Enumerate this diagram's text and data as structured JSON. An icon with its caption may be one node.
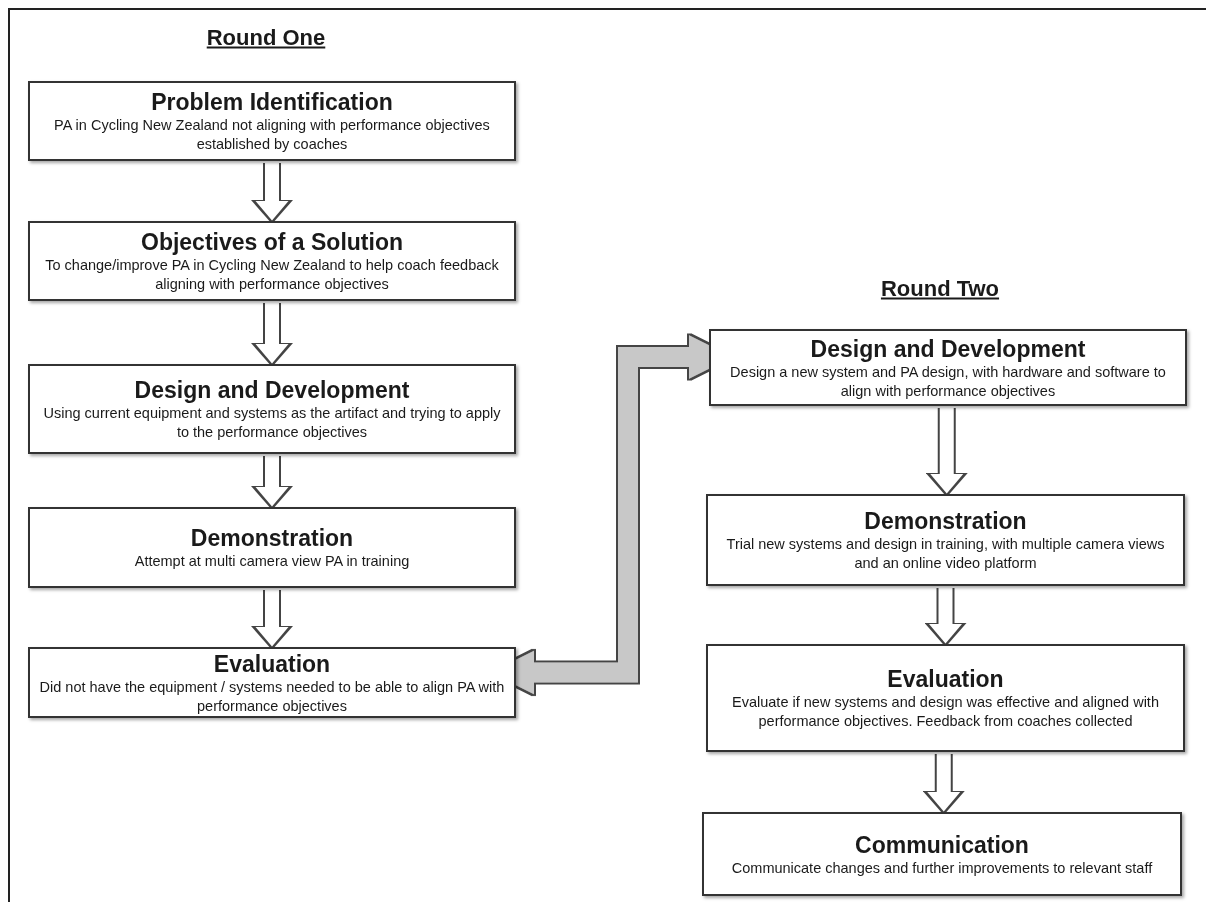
{
  "diagram": {
    "nodes": [
      {
        "text": [
          "Problem Identification",
          "PA in Cycling New Zealand not aligning with performance objectives established by coaches"
        ]
      },
      {
        "text": [
          "Objectives of a Solution",
          "To change/improve PA in Cycling New Zealand to help coach feedback aligning with performance objectives"
        ]
      },
      {
        "text": [
          "Design and Development",
          "Using current equipment and systems as the artifact and trying to apply to the performance objectives"
        ]
      },
      {
        "text": [
          "Demonstration",
          "Attempt at multi camera view PA in training"
        ]
      },
      {
        "text": [
          "Evaluation",
          "Did not have the equipment / systems needed to be able to align PA with performance objectives"
        ]
      },
      {
        "text": [
          "Design and Development",
          "Design a new system and PA design, with hardware and software to align with performance objectives"
        ]
      },
      {
        "text": [
          "Demonstration",
          "Trial new systems and design in training, with multiple camera views and an online video platform"
        ]
      },
      {
        "text": [
          "Evaluation",
          "Evaluate if new systems and design was effective and aligned with performance objectives. Feedback from coaches collected"
        ]
      },
      {
        "text": [
          "Communication",
          "Communicate changes and further improvements to relevant staff"
        ]
      }
    ],
    "edges": [
      {
        "from": 0,
        "to": 1,
        "arrow": "to"
      },
      {
        "from": 1,
        "to": 2,
        "arrow": "to"
      },
      {
        "from": 2,
        "to": 3,
        "arrow": "to"
      },
      {
        "from": 3,
        "to": 4,
        "arrow": "to"
      },
      {
        "from": 4,
        "to": 5,
        "arrow": "both",
        "color": "#c8c8c8"
      },
      {
        "from": 5,
        "to": 6,
        "arrow": "to"
      },
      {
        "from": 6,
        "to": 7,
        "arrow": "to"
      },
      {
        "from": 7,
        "to": 8,
        "arrow": "to"
      }
    ],
    "labels": [
      "Round One",
      "Round Two"
    ]
  }
}
